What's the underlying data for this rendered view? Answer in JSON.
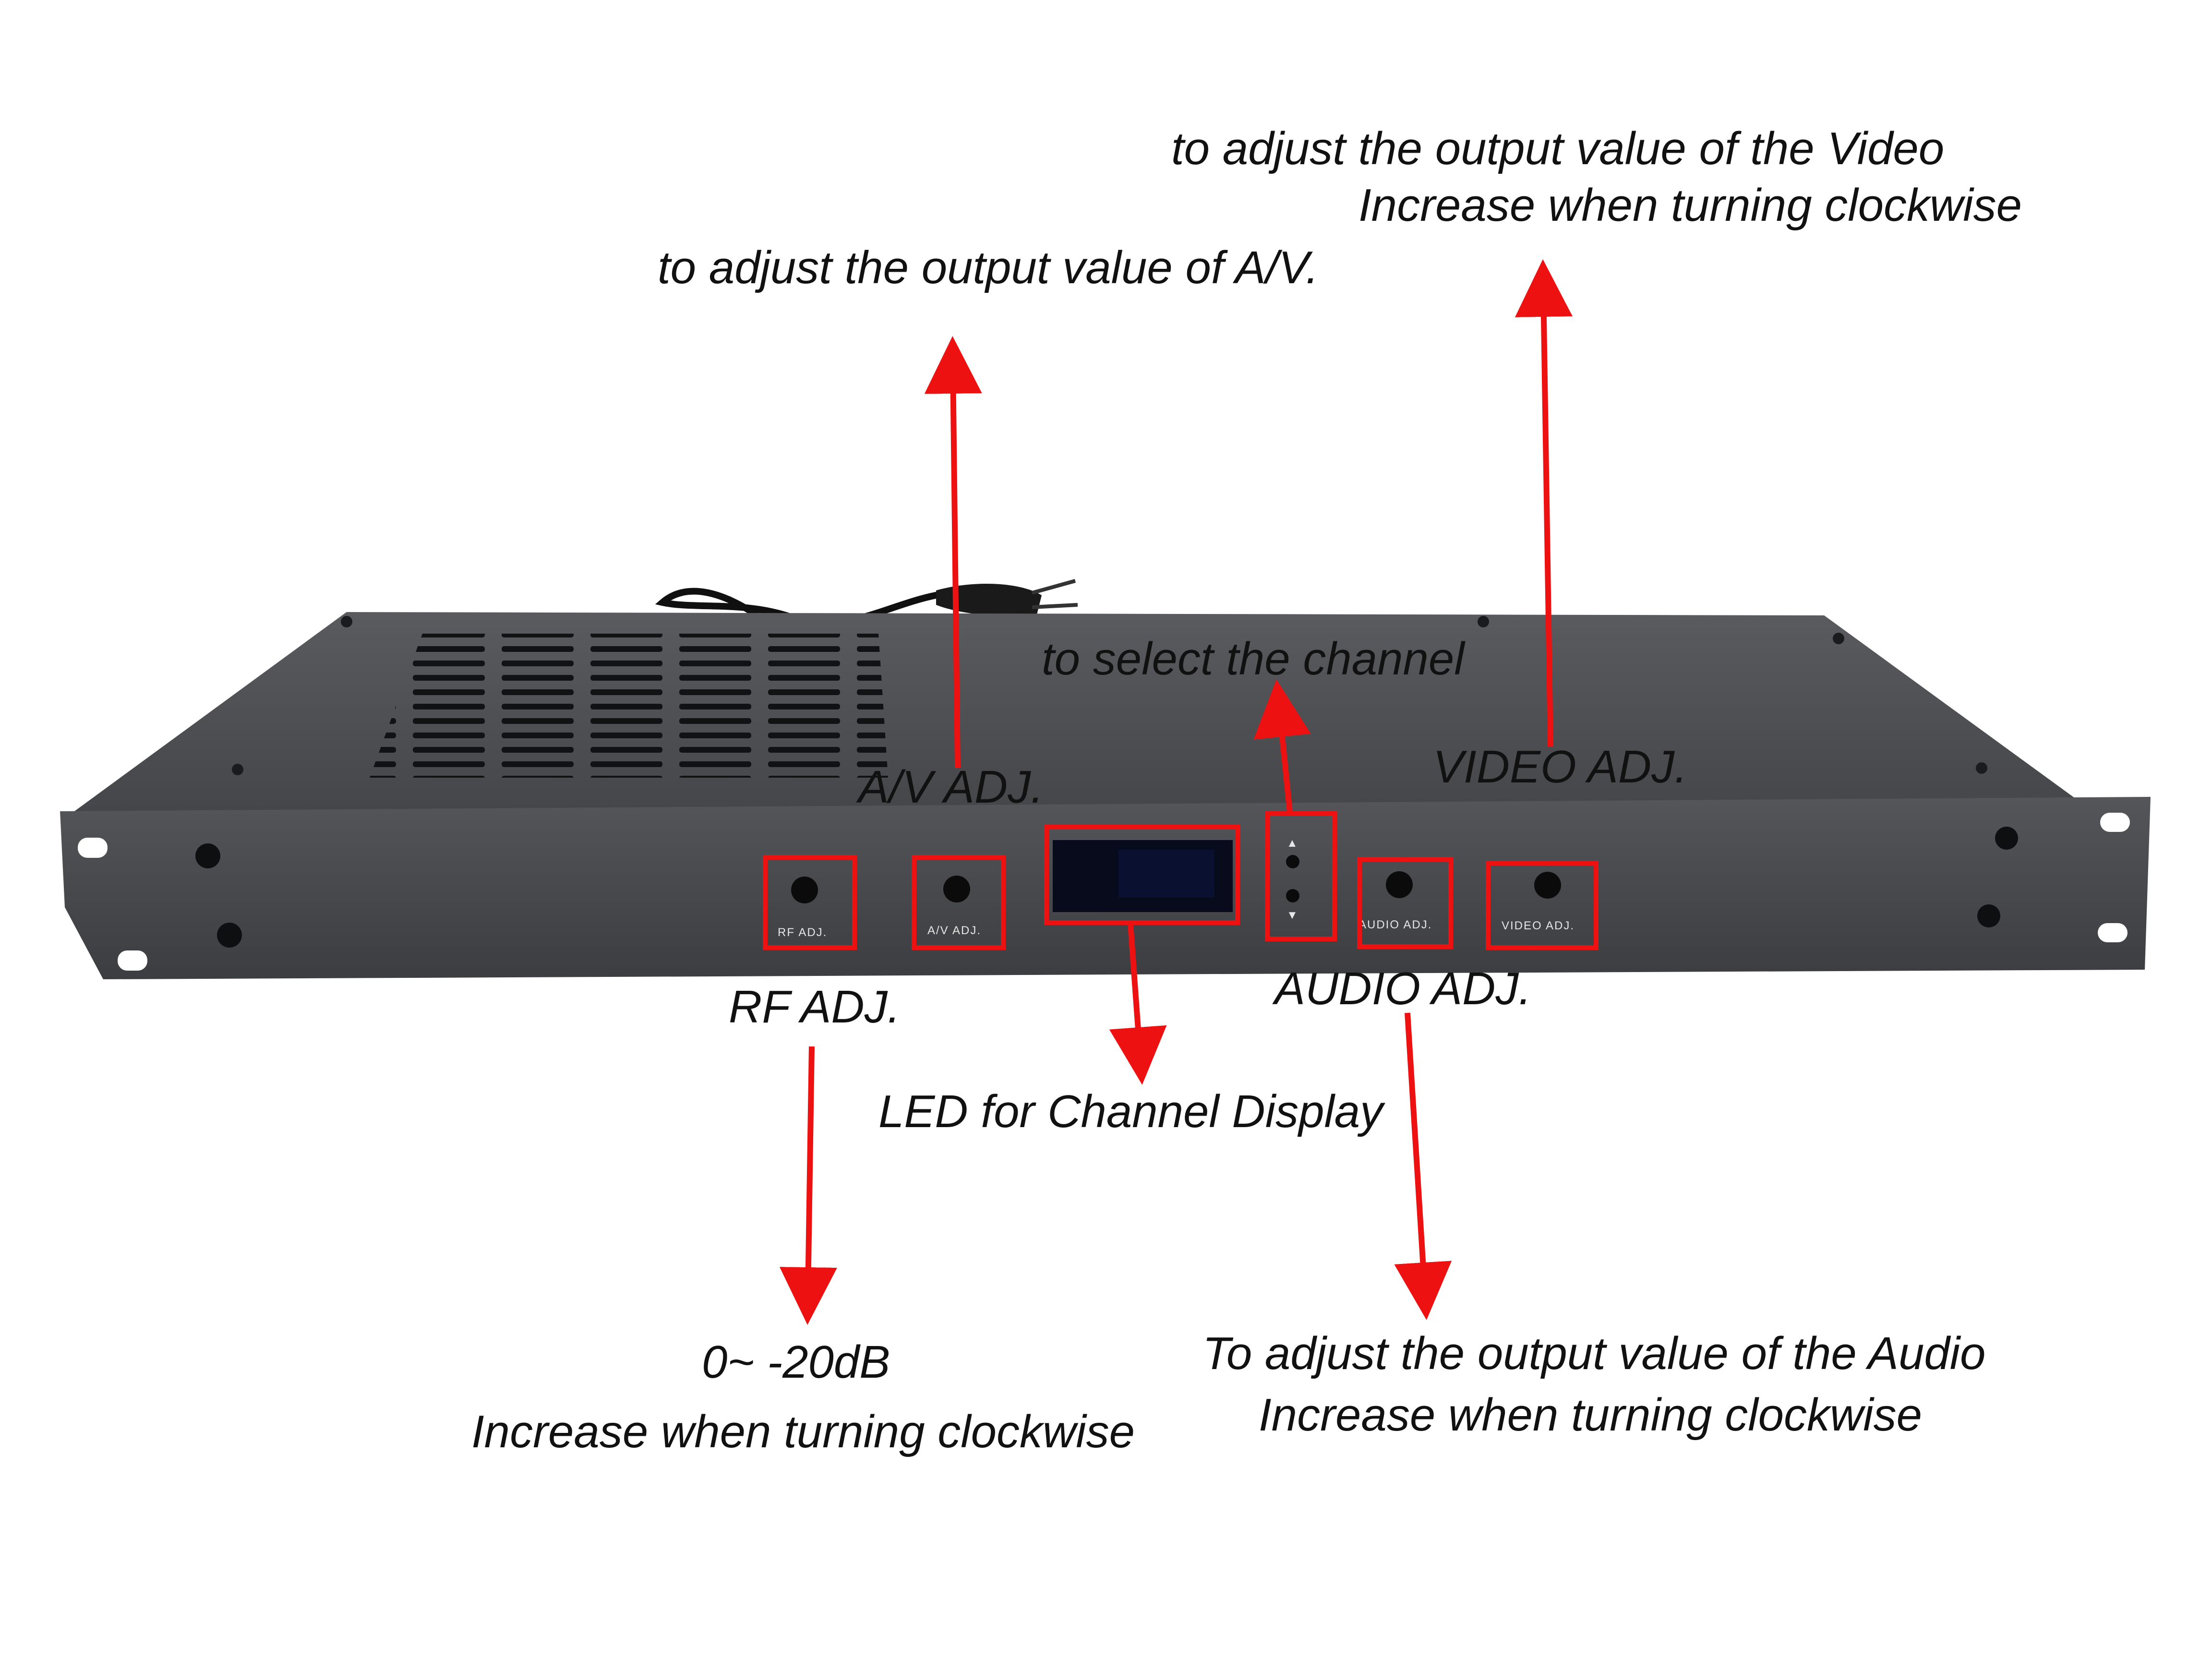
{
  "colors": {
    "arrow": "#ee1111",
    "highlight_box": "#ee1111",
    "device_body": "#4a4b4e",
    "device_top": "#4c4d50",
    "led_display": "#070b1c"
  },
  "annotations": {
    "video_desc_line1": "to adjust the output value of the Video",
    "video_desc_line2": "Increase when turning clockwise",
    "av_desc": "to adjust the output value of A/V.",
    "channel_select_desc": "to select the channel",
    "av_adj_label": "A/V ADJ.",
    "video_adj_label": "VIDEO ADJ.",
    "rf_adj_label": "RF ADJ.",
    "audio_adj_label": "AUDIO ADJ.",
    "led_desc": "LED for Channel Display",
    "rf_range": "0~ -20dB",
    "rf_desc": "Increase when turning clockwise",
    "audio_desc_line1": "To adjust the output value of the Audio",
    "audio_desc_line2": "Increase when turning clockwise"
  },
  "panel": {
    "rf_label": "RF ADJ.",
    "av_label": "A/V ADJ.",
    "audio_label": "AUDIO ADJ.",
    "video_label": "VIDEO ADJ.",
    "up_glyph": "▲",
    "down_glyph": "▼"
  }
}
